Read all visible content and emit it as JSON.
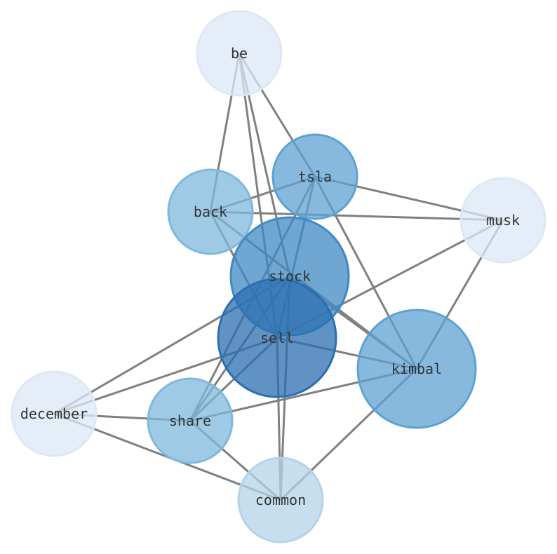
{
  "chart_data": {
    "type": "network",
    "nodes": [
      {
        "id": "be",
        "label": "be",
        "weight": 1,
        "color": "#dce8f5"
      },
      {
        "id": "tsla",
        "label": "tsla",
        "weight": 3,
        "color": "#5da2d1"
      },
      {
        "id": "back",
        "label": "back",
        "weight": 2,
        "color": "#7fb8dc"
      },
      {
        "id": "musk",
        "label": "musk",
        "weight": 1,
        "color": "#dce8f5"
      },
      {
        "id": "stock",
        "label": "stock",
        "weight": 5,
        "color": "#3f89c3"
      },
      {
        "id": "sell",
        "label": "sell",
        "weight": 6,
        "color": "#2b6fb0"
      },
      {
        "id": "kimbal",
        "label": "kimbal",
        "weight": 4,
        "color": "#5da2d1"
      },
      {
        "id": "december",
        "label": "december",
        "weight": 1,
        "color": "#dce8f5"
      },
      {
        "id": "share",
        "label": "share",
        "weight": 2,
        "color": "#7fb8dc"
      },
      {
        "id": "common",
        "label": "common",
        "weight": 1.5,
        "color": "#b4d3ea"
      }
    ],
    "edges": [
      [
        "be",
        "back"
      ],
      [
        "be",
        "sell"
      ],
      [
        "be",
        "stock"
      ],
      [
        "be",
        "tsla"
      ],
      [
        "tsla",
        "back"
      ],
      [
        "tsla",
        "musk"
      ],
      [
        "tsla",
        "kimbal"
      ],
      [
        "tsla",
        "share"
      ],
      [
        "tsla",
        "sell"
      ],
      [
        "back",
        "musk"
      ],
      [
        "back",
        "kimbal"
      ],
      [
        "back",
        "sell"
      ],
      [
        "musk",
        "kimbal"
      ],
      [
        "musk",
        "sell"
      ],
      [
        "stock",
        "kimbal"
      ],
      [
        "stock",
        "share"
      ],
      [
        "stock",
        "common"
      ],
      [
        "stock",
        "december"
      ],
      [
        "sell",
        "december"
      ],
      [
        "sell",
        "kimbal"
      ],
      [
        "sell",
        "share"
      ],
      [
        "sell",
        "common"
      ],
      [
        "december",
        "share"
      ],
      [
        "december",
        "common"
      ],
      [
        "share",
        "common"
      ],
      [
        "share",
        "kimbal"
      ],
      [
        "kimbal",
        "common"
      ]
    ],
    "edge_color": "#808080"
  }
}
